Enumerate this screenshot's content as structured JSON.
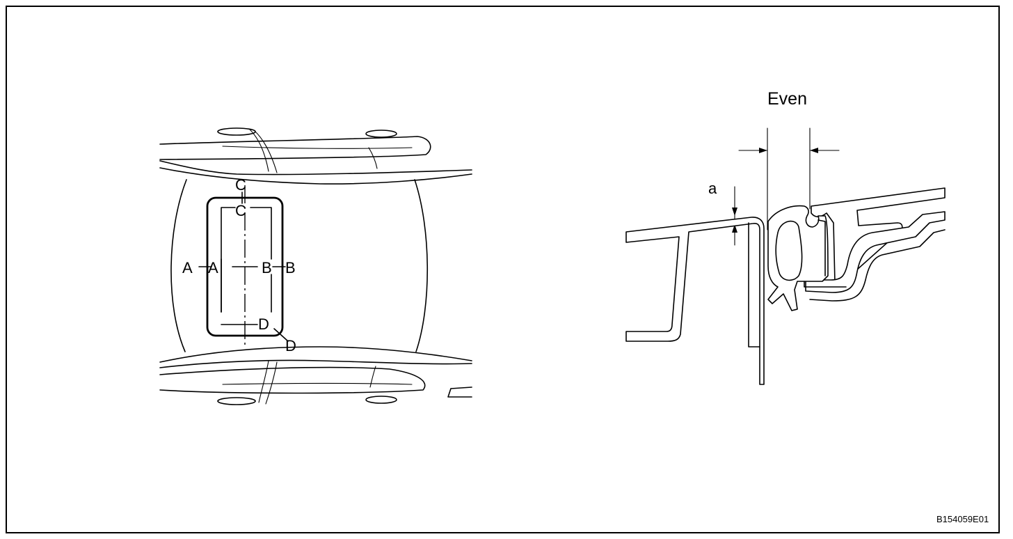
{
  "overview": {
    "label_A_outer": "A",
    "label_A_inner": "A",
    "label_B_inner": "B",
    "label_B_outer": "B",
    "label_C_outer": "C",
    "label_C_inner": "C",
    "label_D_inner": "D",
    "label_D_outer": "D"
  },
  "section": {
    "even_label": "Even",
    "gap_label": "a"
  },
  "figure_code": "B154059E01"
}
